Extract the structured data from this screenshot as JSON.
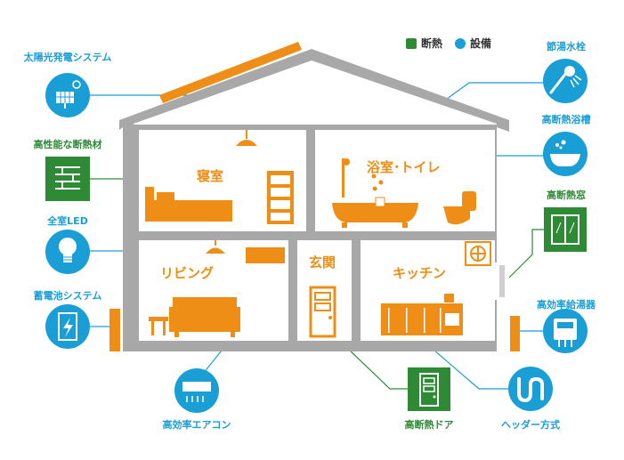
{
  "legend": {
    "insulation_label": "断熱",
    "equipment_label": "設備",
    "insulation_color": "#2f8a36",
    "equipment_color": "#1a9ed6"
  },
  "colors": {
    "house_frame": "#a8a8a8",
    "accent_orange": "#ee8e16",
    "equipment_blue": "#1a9ed6",
    "insulation_green": "#2f8a36"
  },
  "rooms": {
    "bedroom": "寝室",
    "bathroom": "浴室･トイレ",
    "living": "リビング",
    "entrance": "玄関",
    "kitchen": "キッチン"
  },
  "equipment_left": [
    {
      "label": "太陽光発電システム",
      "icon": "solar-panel-icon"
    },
    {
      "label": "高性能な断熱材",
      "icon": "insulation-material-icon"
    },
    {
      "label": "全室LED",
      "icon": "led-bulb-icon"
    },
    {
      "label": "蓄電池システム",
      "icon": "battery-icon"
    }
  ],
  "equipment_right": [
    {
      "label": "節湯水栓",
      "icon": "shower-faucet-icon"
    },
    {
      "label": "高断熱浴槽",
      "icon": "bathtub-icon"
    },
    {
      "label": "高断熱窓",
      "icon": "window-icon"
    },
    {
      "label": "高効率給湯器",
      "icon": "water-heater-icon"
    }
  ],
  "equipment_bottom": [
    {
      "label": "高効率エアコン",
      "icon": "air-conditioner-icon"
    },
    {
      "label": "高断熱ドア",
      "icon": "door-icon"
    },
    {
      "label": "ヘッダー方式",
      "icon": "header-pipe-icon"
    }
  ]
}
